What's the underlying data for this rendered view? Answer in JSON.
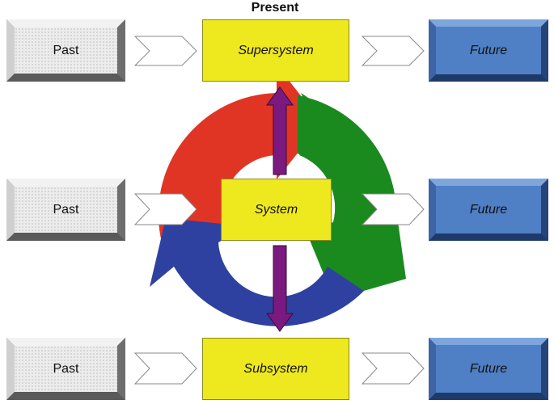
{
  "header": {
    "present_label": "Present"
  },
  "rows": [
    {
      "past": "Past",
      "present": "Supersystem",
      "future": "Future"
    },
    {
      "past": "Past",
      "present": "System",
      "future": "Future"
    },
    {
      "past": "Past",
      "present": "Subsystem",
      "future": "Future"
    }
  ],
  "colors": {
    "cycle_red": "#e03525",
    "cycle_green": "#1a8a1f",
    "cycle_blue": "#2e41a0",
    "present_yellow": "#eee81e",
    "future_blue": "#4f7fc4",
    "past_gray": "#e4e4e4",
    "vertical_arrow_purple": "#7b1a7e"
  }
}
